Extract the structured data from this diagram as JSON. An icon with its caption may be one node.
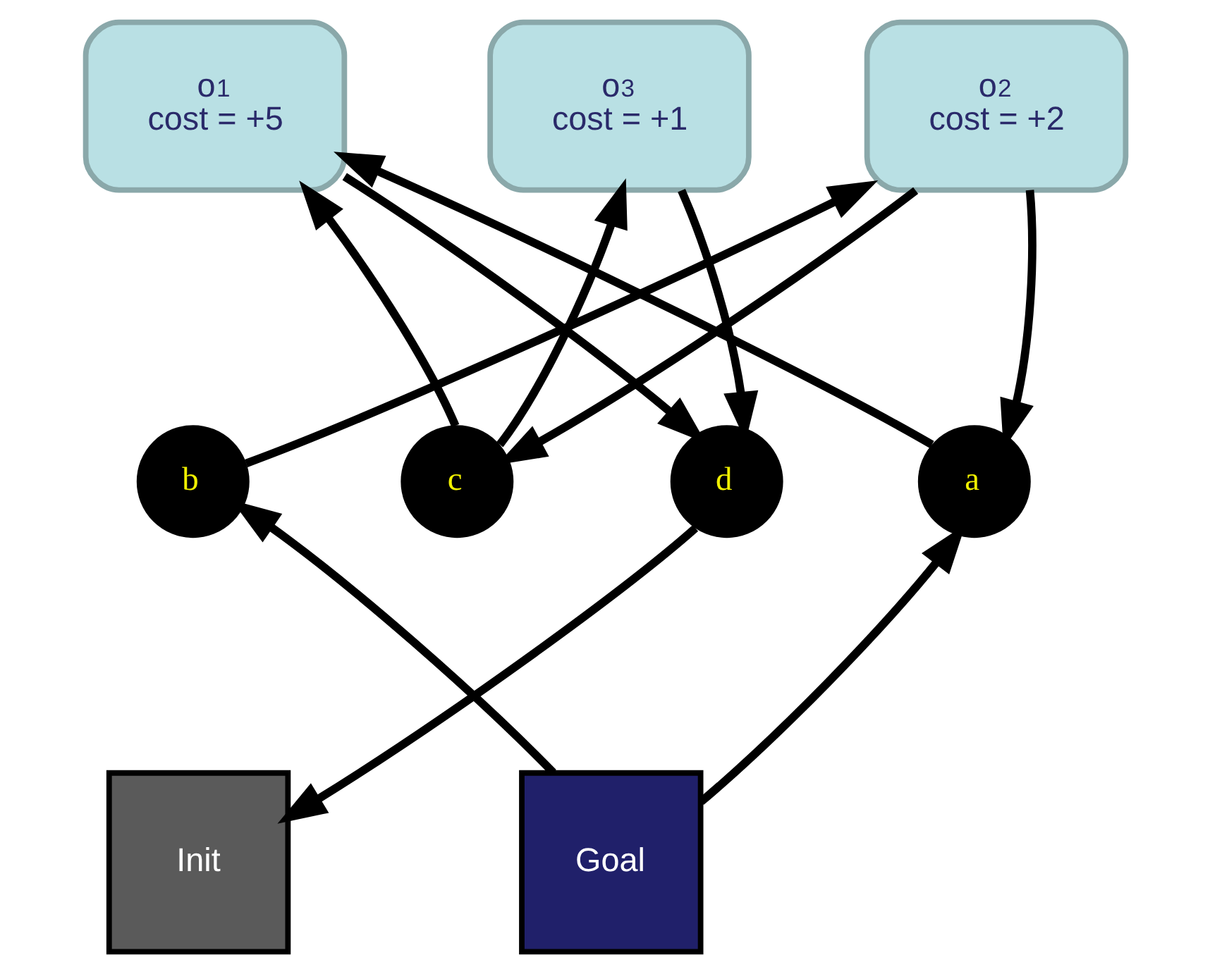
{
  "diagram": {
    "nodes": [
      {
        "text": [
          "o$_{1}$",
          "cost = +5"
        ]
      },
      {
        "text": [
          "o$_{2}$",
          "cost = +2"
        ]
      },
      {
        "text": [
          "o$_{3}$",
          "cost = +1"
        ]
      },
      {
        "text": [
          "a"
        ]
      },
      {
        "text": [
          "b"
        ]
      },
      {
        "text": [
          "c"
        ]
      },
      {
        "text": [
          "d"
        ]
      },
      {
        "text": [
          "Goal"
        ]
      },
      {
        "text": [
          "Init"
        ]
      }
    ],
    "edges": [
      {
        "from": 3,
        "to": 0,
        "arrow": "to"
      },
      {
        "from": 1,
        "to": 3,
        "arrow": "to"
      },
      {
        "from": 4,
        "to": 1,
        "arrow": "to"
      },
      {
        "from": 1,
        "to": 5,
        "arrow": "to"
      },
      {
        "from": 5,
        "to": 0,
        "arrow": "to"
      },
      {
        "from": 0,
        "to": 6,
        "arrow": "to"
      },
      {
        "from": 5,
        "to": 2,
        "arrow": "to"
      },
      {
        "from": 2,
        "to": 6,
        "arrow": "to"
      },
      {
        "from": 7,
        "to": 3,
        "arrow": "to"
      },
      {
        "from": 7,
        "to": 4,
        "arrow": "to"
      },
      {
        "from": 6,
        "to": 8,
        "arrow": "to"
      }
    ]
  }
}
